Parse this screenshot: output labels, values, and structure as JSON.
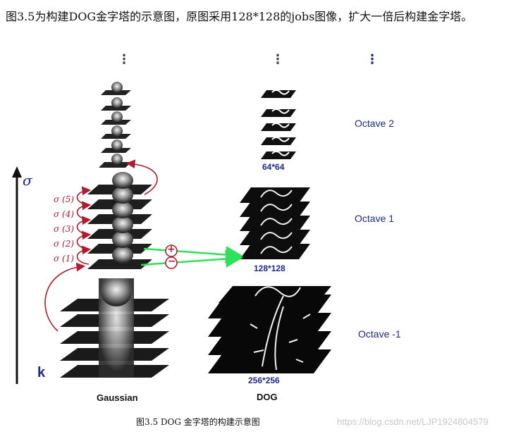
{
  "intro_text": "图3.5为构建DOG金字塔的示意图，原图采用128*128的jobs图像，扩大一倍后构建金字塔。",
  "ellipsis": "⋮",
  "axis": {
    "sigma": "σ",
    "k": "k"
  },
  "sigma_labels": [
    "σ (5)",
    "σ (4)",
    "σ (3)",
    "σ (2)",
    "σ (1)"
  ],
  "operators": {
    "plus": "+",
    "minus": "−"
  },
  "octaves": [
    {
      "label": "Octave 2",
      "size": "64*64"
    },
    {
      "label": "Octave 1",
      "size": "128*128"
    },
    {
      "label": "Octave -1",
      "size": "256*256"
    }
  ],
  "columns": {
    "gaussian": "Gaussian",
    "dog": "DOG"
  },
  "caption": "图3.5 DOG 金字塔的构建示意图",
  "watermark": "https://blog.csdn.net/LJP1924804579",
  "colors": {
    "arrow_red": "#b01c2c",
    "arrow_green": "#2ee05a",
    "label_blue": "#1c2a8c"
  }
}
